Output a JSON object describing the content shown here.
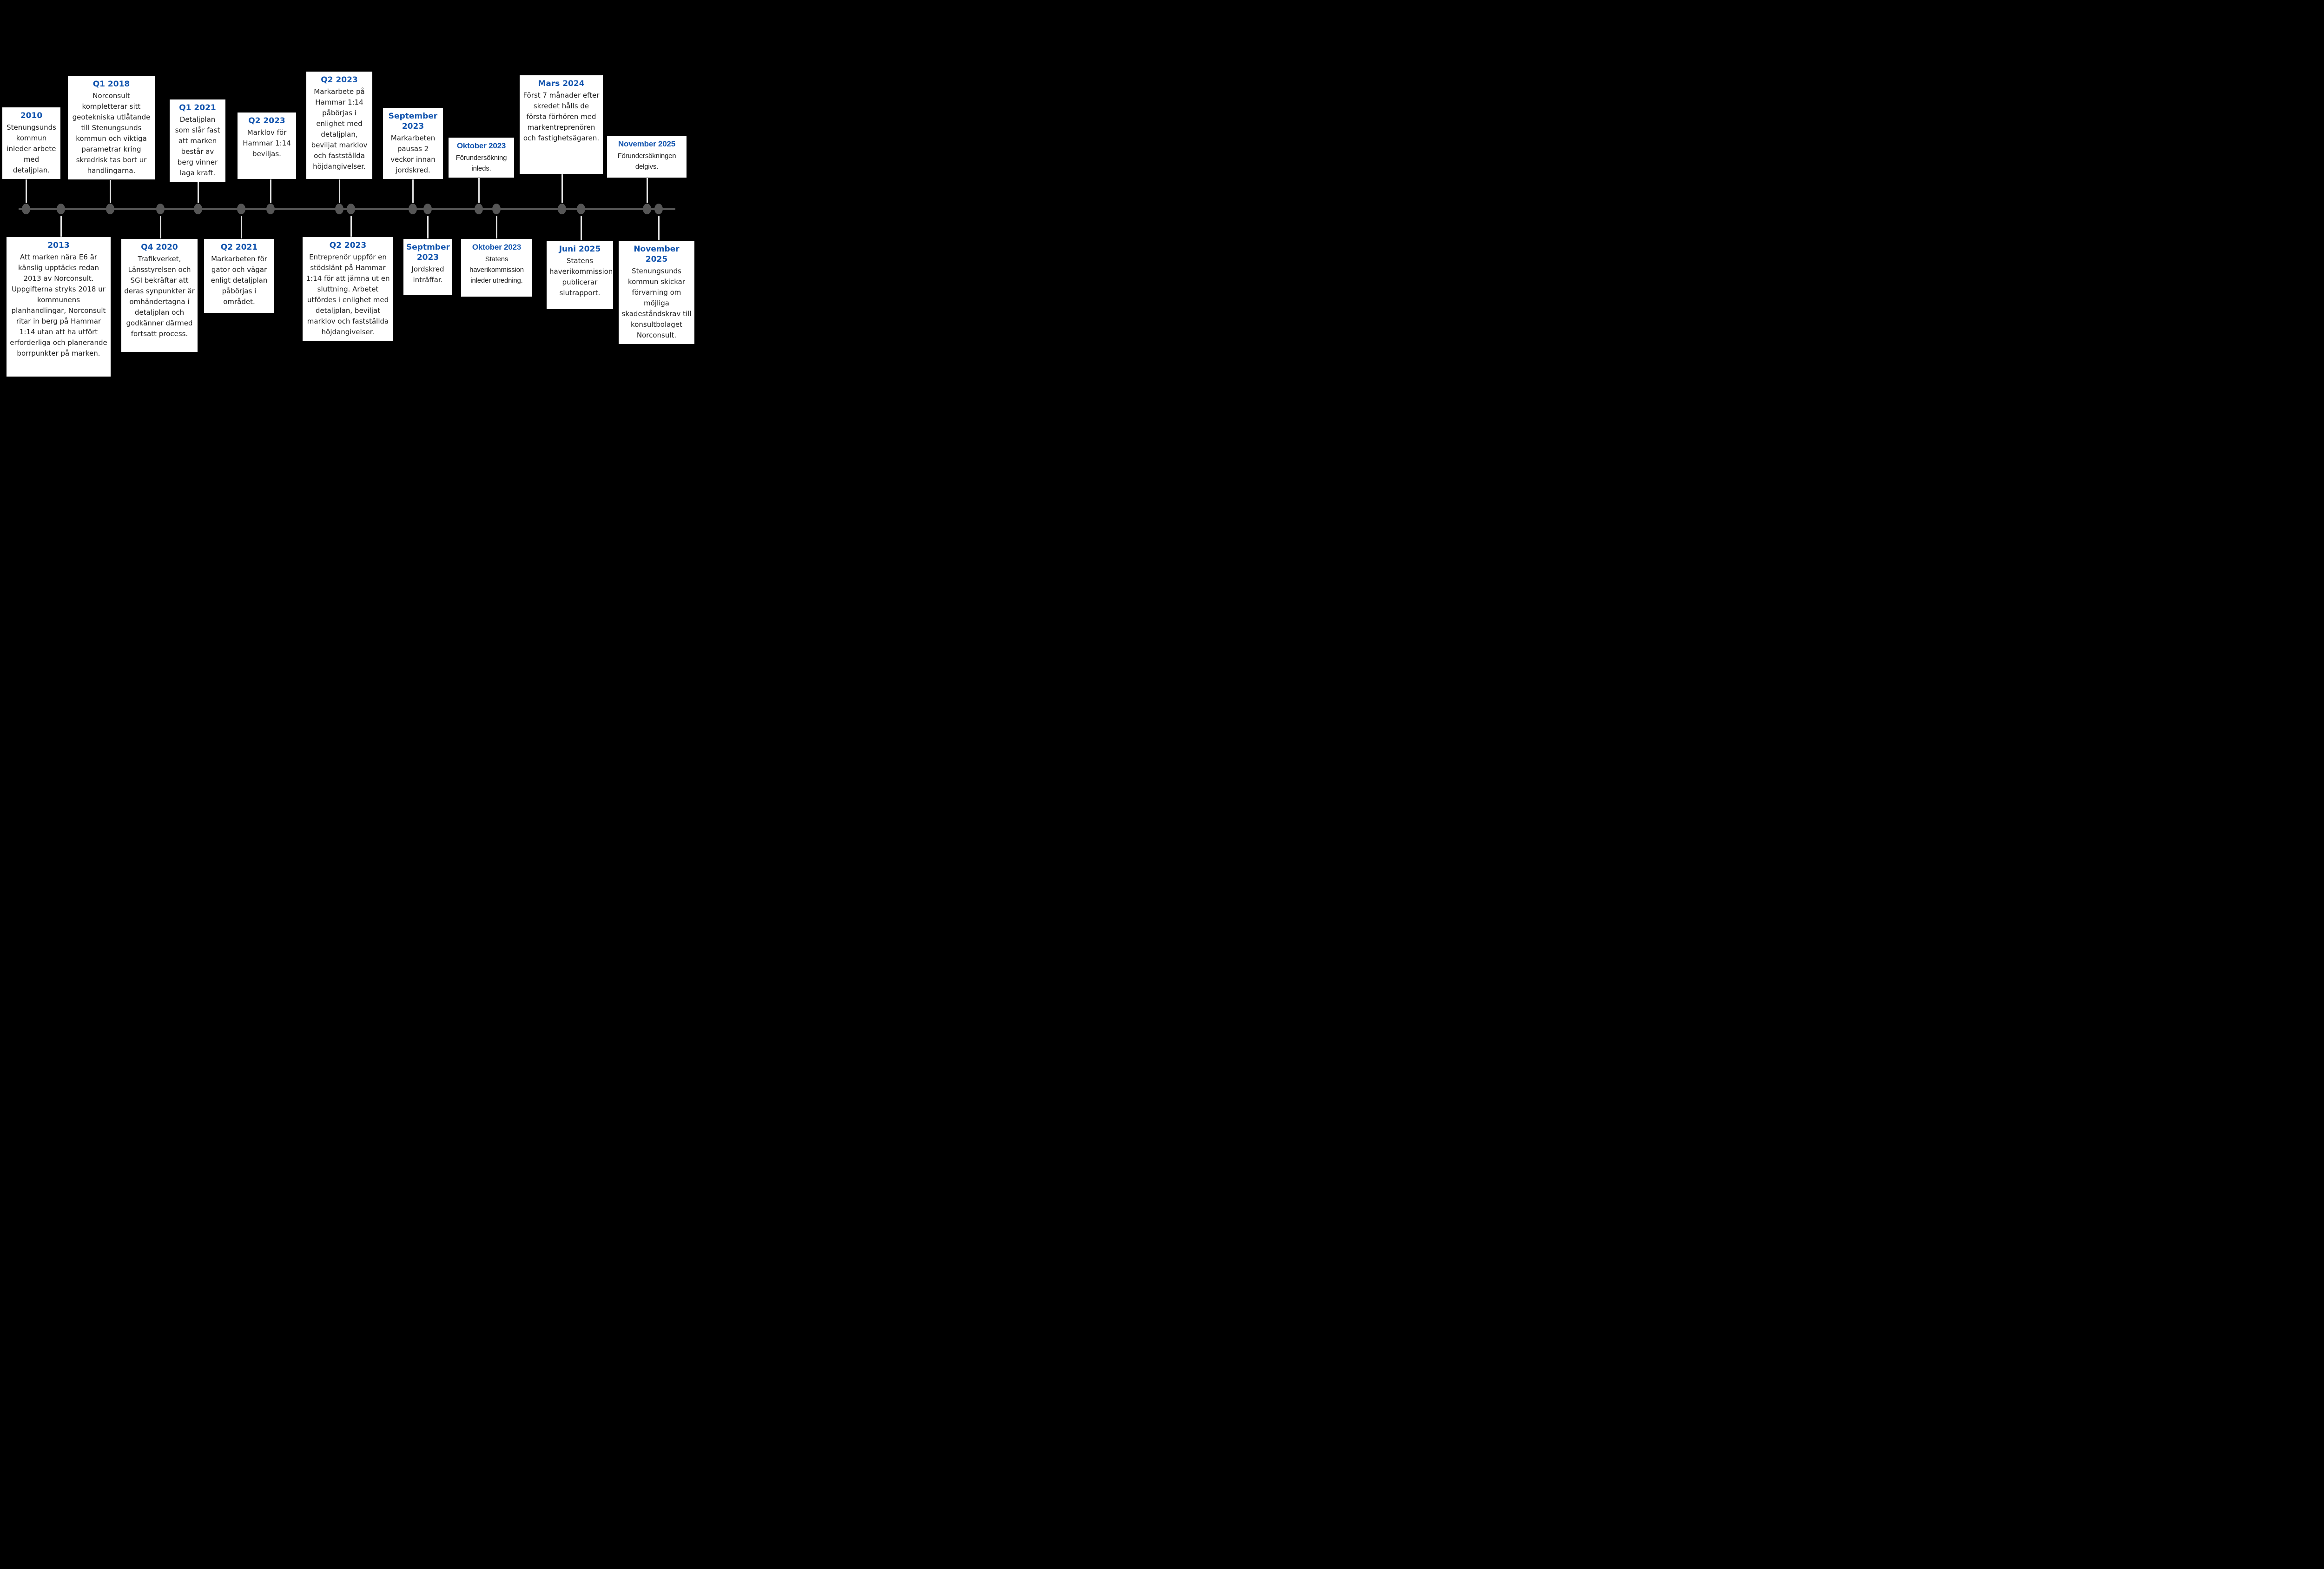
{
  "page": {
    "background_color": "#000000",
    "accent_color": "#1254ae",
    "body_text_color": "#1f1f1f",
    "box_background": "#ffffff",
    "timeline_color": "#565656",
    "connector_color": "#e0e0e0"
  },
  "top": [
    {
      "date": "2010",
      "text": "Stenungsunds kommun inleder arbete med detaljplan."
    },
    {
      "date": "Q1 2018",
      "text": "Norconsult kompletterar sitt geotekniska utlåtande till Stenungsunds kommun och viktiga parametrar kring skredrisk tas bort ur handlingarna."
    },
    {
      "date": "Q1 2021",
      "text": "Detaljplan som slår fast att marken består av berg vinner laga kraft."
    },
    {
      "date": "Q2 2023",
      "text": "Marklov för Hammar 1:14 beviljas."
    },
    {
      "date": "Q2 2023",
      "text": "Markarbete på Hammar 1:14 påbörjas i enlighet med detaljplan, beviljat marklov och fastställda höjdangivelser."
    },
    {
      "date": "September 2023",
      "text": "Markarbeten pausas 2 veckor innan jordskred."
    },
    {
      "date": "Oktober 2023",
      "text": "Förundersökning inleds."
    },
    {
      "date": "Mars 2024",
      "text": "Först 7 månader efter skredet hålls de första förhören med markentreprenören och fastighetsägaren."
    },
    {
      "date": "November 2025",
      "text": "Förundersökningen delgivs."
    }
  ],
  "bottom": [
    {
      "date": "2013",
      "text": "Att marken nära E6 är känslig upptäcks redan 2013 av Norconsult. Uppgifterna stryks 2018 ur kommunens planhandlingar, Norconsult ritar in berg på Hammar 1:14 utan att ha utfört erforderliga och planerande borrpunkter på marken."
    },
    {
      "date": "Q4 2020",
      "text": "Trafikverket, Länsstyrelsen och SGI bekräftar att deras synpunkter är omhändertagna i detaljplan och godkänner därmed fortsatt process."
    },
    {
      "date": "Q2 2021",
      "text": "Markarbeten för gator och vägar enligt detaljplan påbörjas i området."
    },
    {
      "date": "Q2 2023",
      "text": "Entreprenör uppför en stödslänt på Hammar 1:14 för att jämna ut en sluttning. Arbetet utfördes i enlighet med detaljplan, beviljat marklov och fastställda höjdangivelser."
    },
    {
      "date": "Septmber 2023",
      "text": "Jordskred inträffar."
    },
    {
      "date": "Oktober 2023",
      "text": "Statens haverikommission inleder utredning."
    },
    {
      "date": "Juni 2025",
      "text": "Statens haverikommission publicerar slutrapport."
    },
    {
      "date": "November 2025",
      "text": "Stenungsunds kommun skickar förvarning om möjliga skadeståndskrav till konsultbolaget Norconsult."
    }
  ]
}
